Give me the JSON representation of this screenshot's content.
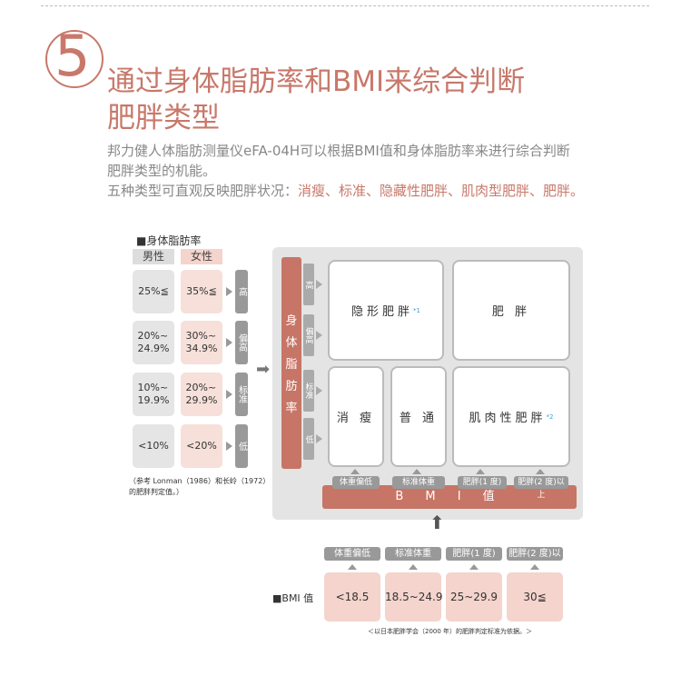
{
  "step_number": "5",
  "title_line1": "通过身体脂肪率和BMI来综合判断",
  "title_line2": "肥胖类型",
  "desc_line1": "邦力健人体脂肪测量仪eFA-04H可以根据BMI值和身体脂肪率来进行综合判断",
  "desc_line2": "肥胖类型的机能。",
  "desc_line3_prefix": "五种类型可直观反映肥胖状况：",
  "desc_line3_highlight": "消瘦、标准、隐藏性肥胖、肌肉型肥胖、肥胖。",
  "legend": {
    "title": "■身体脂肪率",
    "male": "男性",
    "female": "女性",
    "rows": [
      {
        "male": "25%≦",
        "female": "35%≦",
        "level": "高"
      },
      {
        "male": "20%~\n24.9%",
        "female": "30%~\n34.9%",
        "level": "偏高"
      },
      {
        "male": "10%~\n19.9%",
        "female": "20%~\n29.9%",
        "level": "标准"
      },
      {
        "male": "<10%",
        "female": "<20%",
        "level": "低"
      }
    ],
    "note": "（参考 Lonman（1986）和长岭（1972）的肥胖判定值。）"
  },
  "matrix": {
    "y_axis": [
      "身",
      "体",
      "脂",
      "肪",
      "率"
    ],
    "y_levels": [
      "高",
      "偏高",
      "标准",
      "低"
    ],
    "boxes": {
      "hidden": "隐形肥胖",
      "hidden_mark": "*1",
      "obese": "肥 胖",
      "thin": "消 瘦",
      "normal": "普 通",
      "muscle": "肌肉性肥胖",
      "muscle_mark": "*2"
    },
    "x_tags": [
      "体重偏低",
      "标准体重",
      "肥胖(1 度)",
      "肥胖(2 度)以上"
    ],
    "x_axis": "B M I 值"
  },
  "bmi": {
    "label": "■BMI 值",
    "tags": [
      "体重偏低",
      "标准体重",
      "肥胖(1 度)",
      "肥胖(2 度)以上"
    ],
    "values": [
      "<18.5",
      "18.5~24.9",
      "25~29.9",
      "30≦"
    ],
    "note": "＜以日本肥胖学会（2000 年）的肥胖判定标准为依据。＞"
  },
  "colors": {
    "accent": "#c8786a",
    "gray": "#999999",
    "pink": "#f4d4cc"
  }
}
